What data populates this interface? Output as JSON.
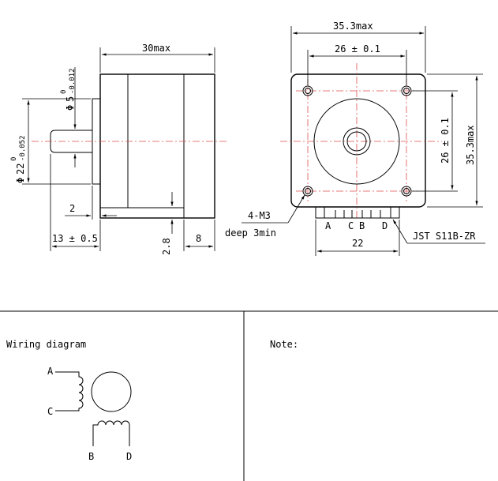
{
  "side_view": {
    "length_max": "30max",
    "shaft_diameter": "5",
    "shaft_tol_upper": "0",
    "shaft_tol_lower": "-0.012",
    "pilot_diameter": "22",
    "pilot_tol_upper": "0",
    "pilot_tol_lower": "-0.052",
    "pilot_height": "2",
    "shaft_length": "13 ± 0.5",
    "flat_depth": "2.8",
    "cap_length": "8",
    "phi": "Φ"
  },
  "front_view": {
    "width_max": "35.3max",
    "hole_pitch_h": "26 ± 0.1",
    "hole_pitch_v": "26 ± 0.1",
    "height_max": "35.3max",
    "mount_holes": "4-M3",
    "mount_depth": "deep 3min",
    "connector": "JST S11B-ZR",
    "connector_width": "22",
    "pins": [
      "A",
      "C",
      "B",
      "D"
    ]
  },
  "wiring": {
    "title": "Wiring diagram",
    "labels": [
      "A",
      "C",
      "B",
      "D"
    ]
  },
  "note": {
    "title": "Note:"
  }
}
